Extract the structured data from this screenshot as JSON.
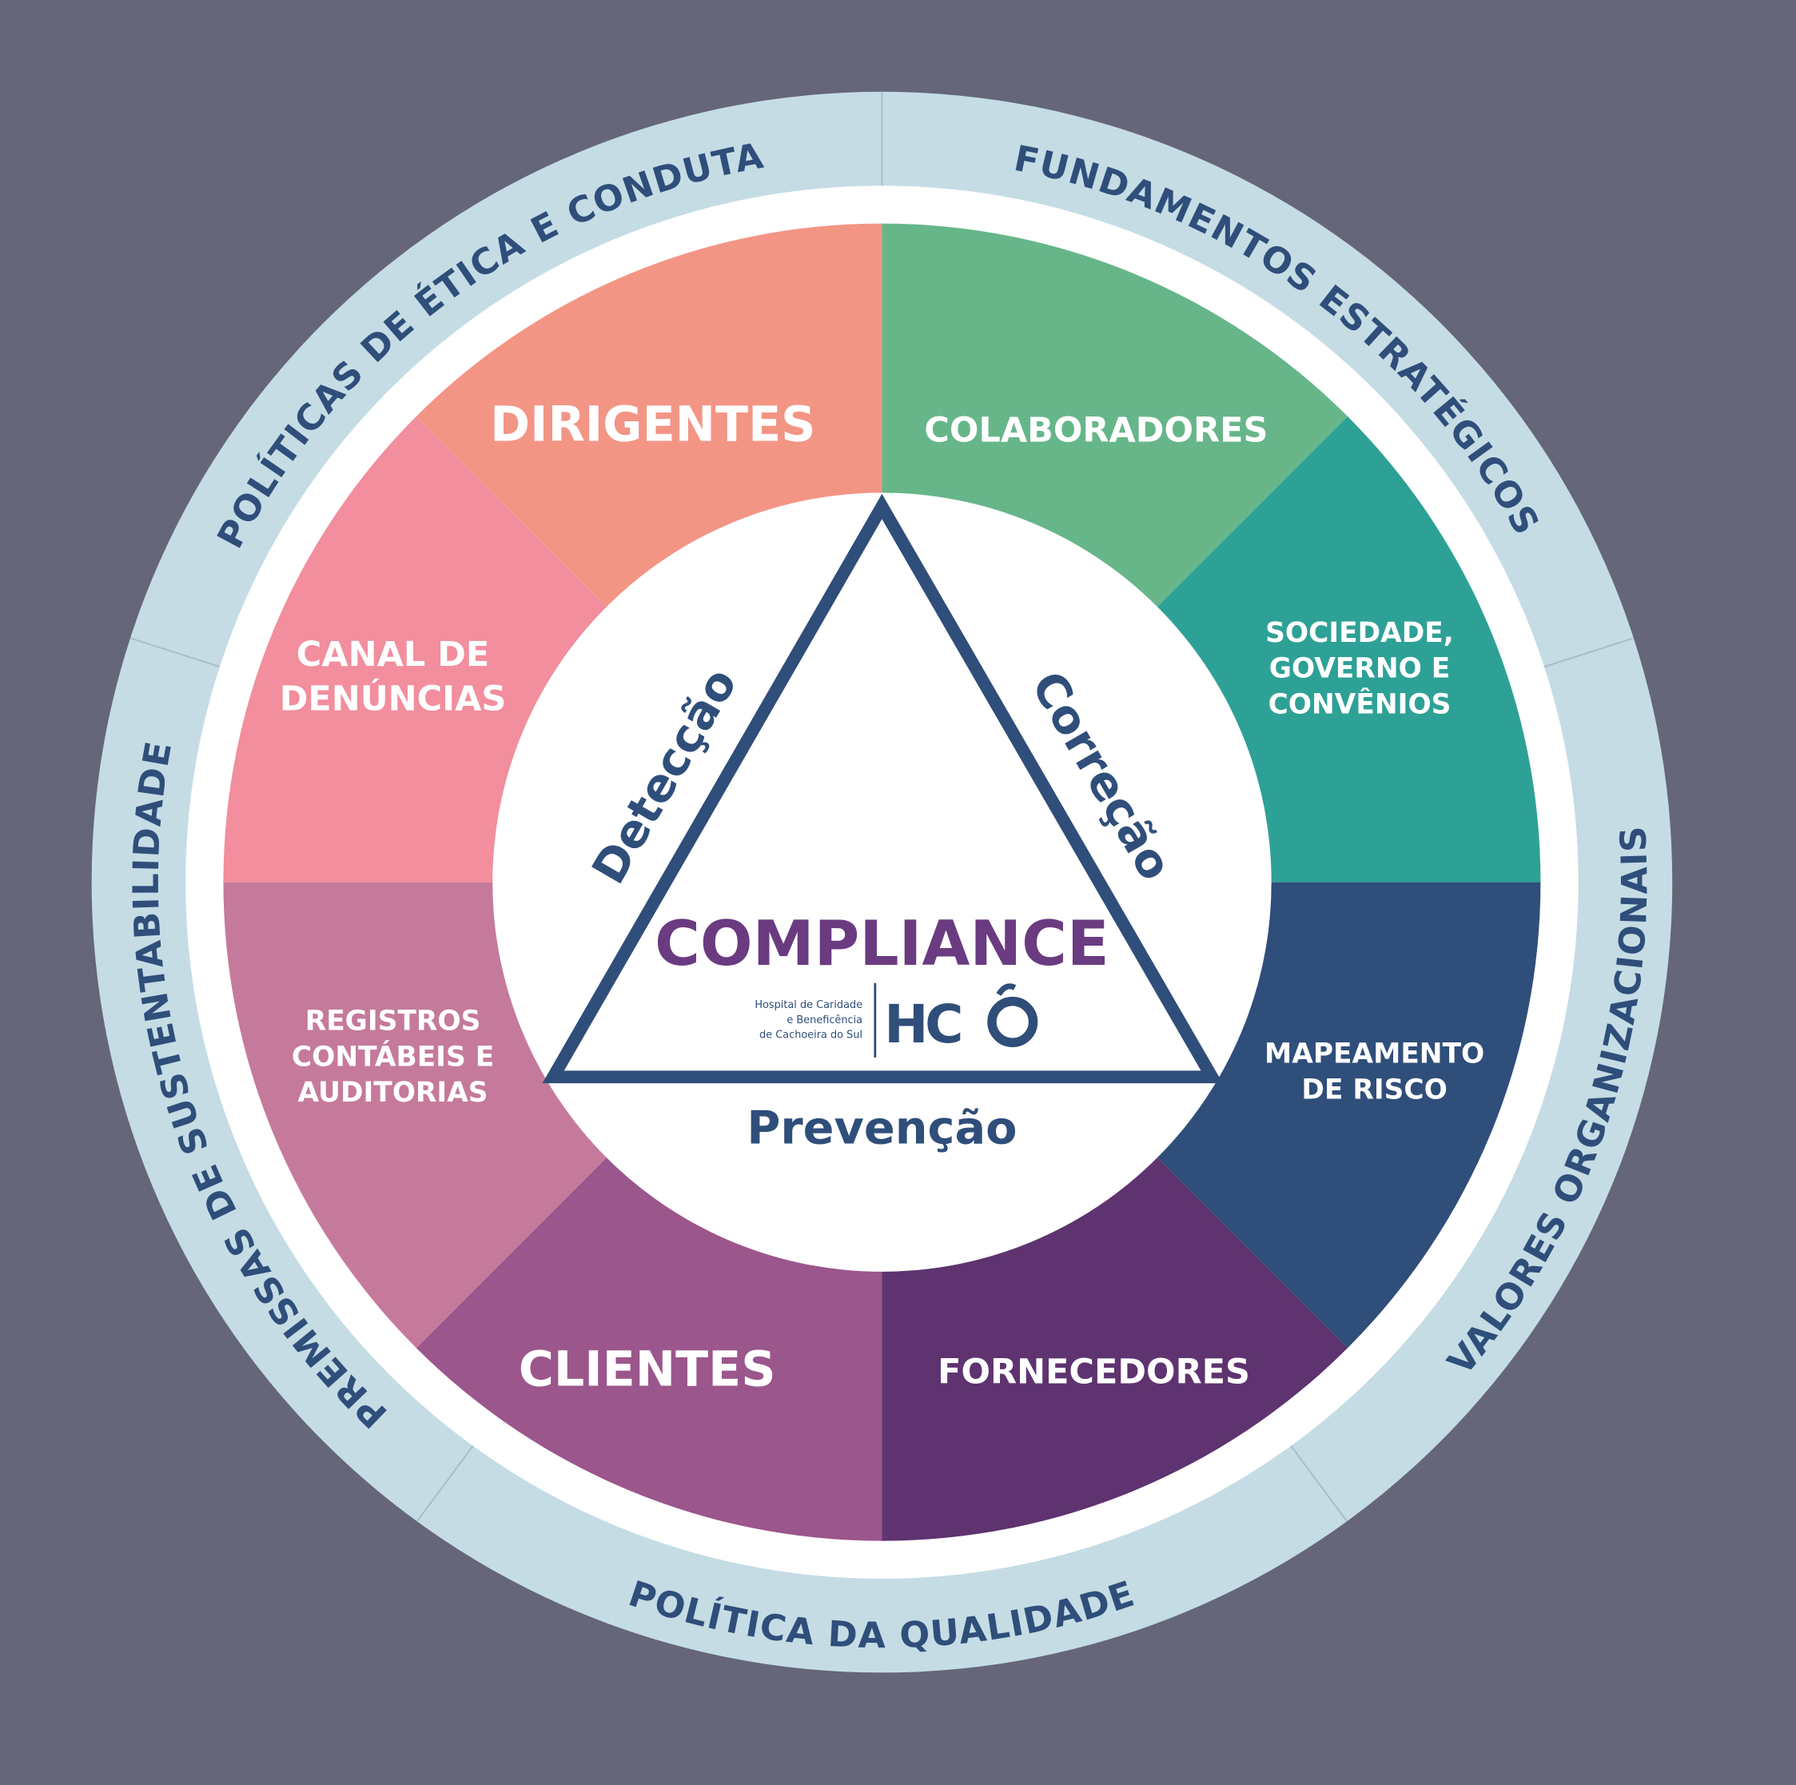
{
  "outer_ring": {
    "top_left": "POLÍTICAS DE ÉTICA E CONDUTA",
    "top_right": "FUNDAMENTOS ESTRATÉGICOS",
    "right": "VALORES ORGANIZACIONAIS",
    "bottom": "POLÍTICA DA QUALIDADE",
    "left": "PREMISSAS DE SUSTENTABILIDADE"
  },
  "segments": [
    {
      "lines": [
        "COLABORADORES"
      ],
      "color": "#66b68a"
    },
    {
      "lines": [
        "SOCIEDADE,",
        "GOVERNO E",
        "CONVÊNIOS"
      ],
      "color": "#2ea196"
    },
    {
      "lines": [
        "MAPEAMENTO",
        "DE RISCO"
      ],
      "color": "#2f4e7a"
    },
    {
      "lines": [
        "FORNECEDORES"
      ],
      "color": "#5e336f"
    },
    {
      "lines": [
        "CLIENTES"
      ],
      "color": "#9b568c"
    },
    {
      "lines": [
        "REGISTROS",
        "CONTÁBEIS E",
        "AUDITORIAS"
      ],
      "color": "#c57a9c"
    },
    {
      "lines": [
        "CANAL DE",
        "DENÚNCIAS"
      ],
      "color": "#f28e9d"
    },
    {
      "lines": [
        "DIRIGENTES"
      ],
      "color": "#f39585"
    }
  ],
  "triangle": {
    "left": "Detecção",
    "right": "Correção",
    "bottom": "Prevenção",
    "center": "COMPLIANCE"
  },
  "logo": {
    "lines": [
      "Hospital de Caridade",
      "e Beneficência",
      "de Cachoeira do Sul"
    ],
    "mark": "HC"
  },
  "colors": {
    "background": "#65667a",
    "ring": "#c5dce5",
    "navy": "#2f4e7a",
    "compliance": "#6a3b80"
  }
}
